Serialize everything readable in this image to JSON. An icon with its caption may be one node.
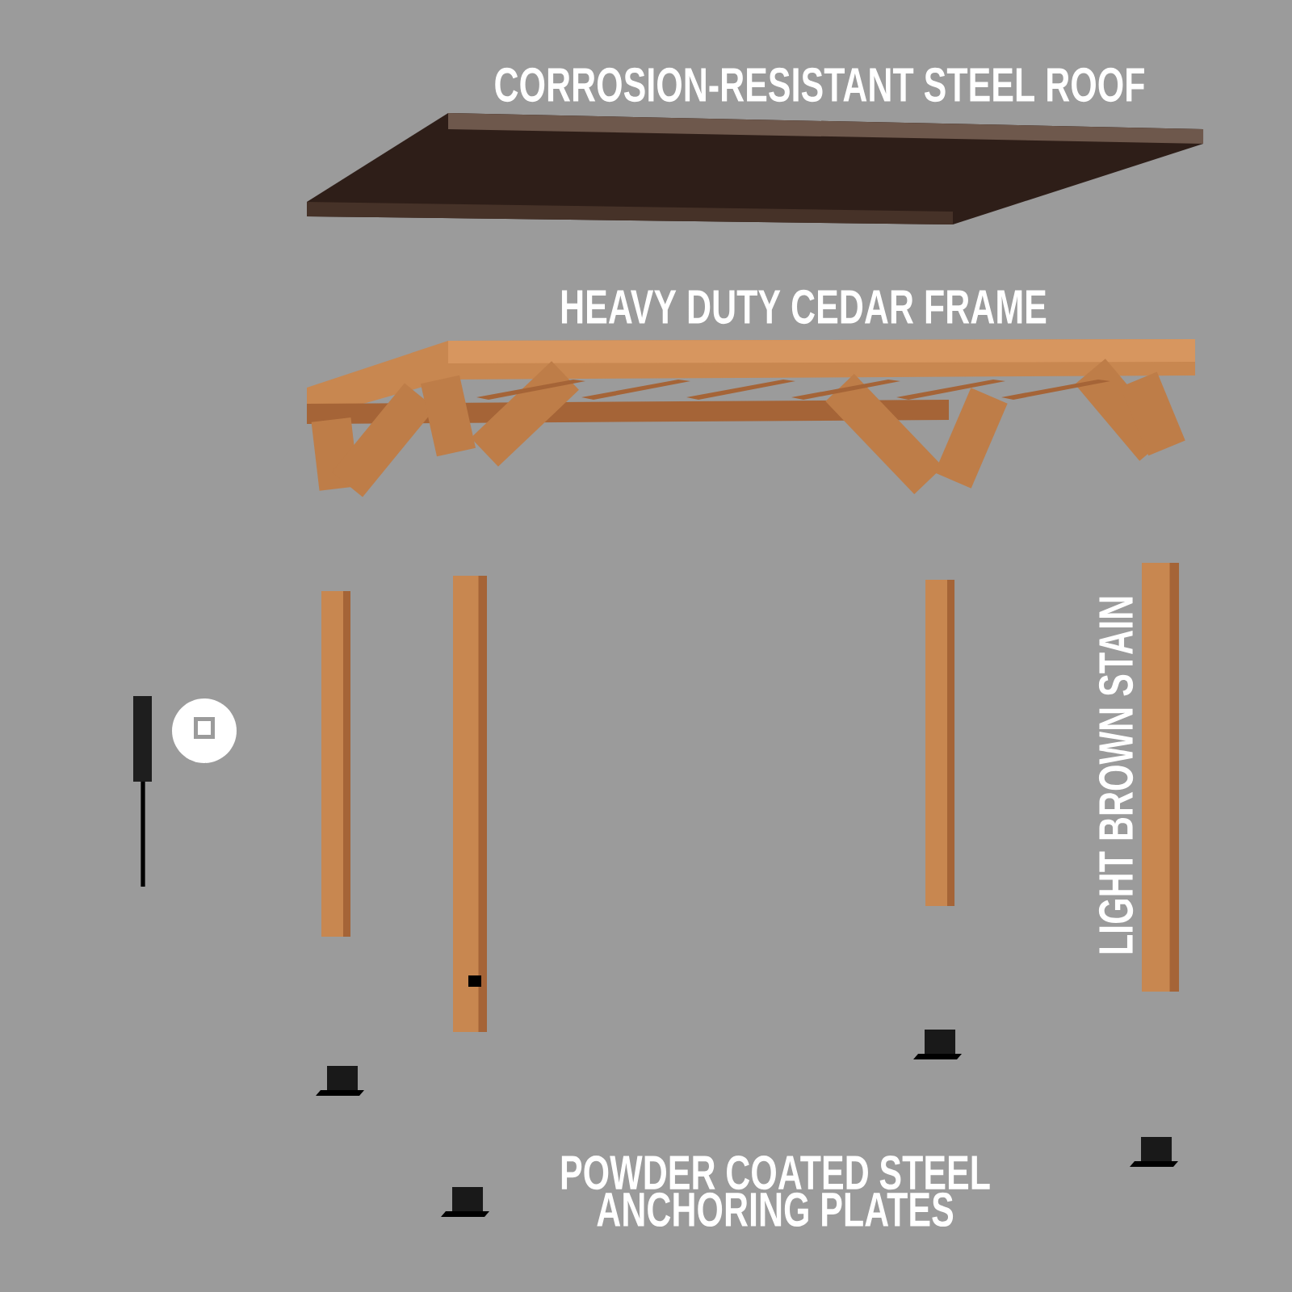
{
  "diagram": {
    "labels": [
      "CORROSION-RESISTANT STEEL ROOF",
      "HEAVY DUTY CEDAR FRAME",
      "LIGHT BROWN STAIN",
      "POWDER COATED STEEL ANCHORING PLATES"
    ]
  }
}
